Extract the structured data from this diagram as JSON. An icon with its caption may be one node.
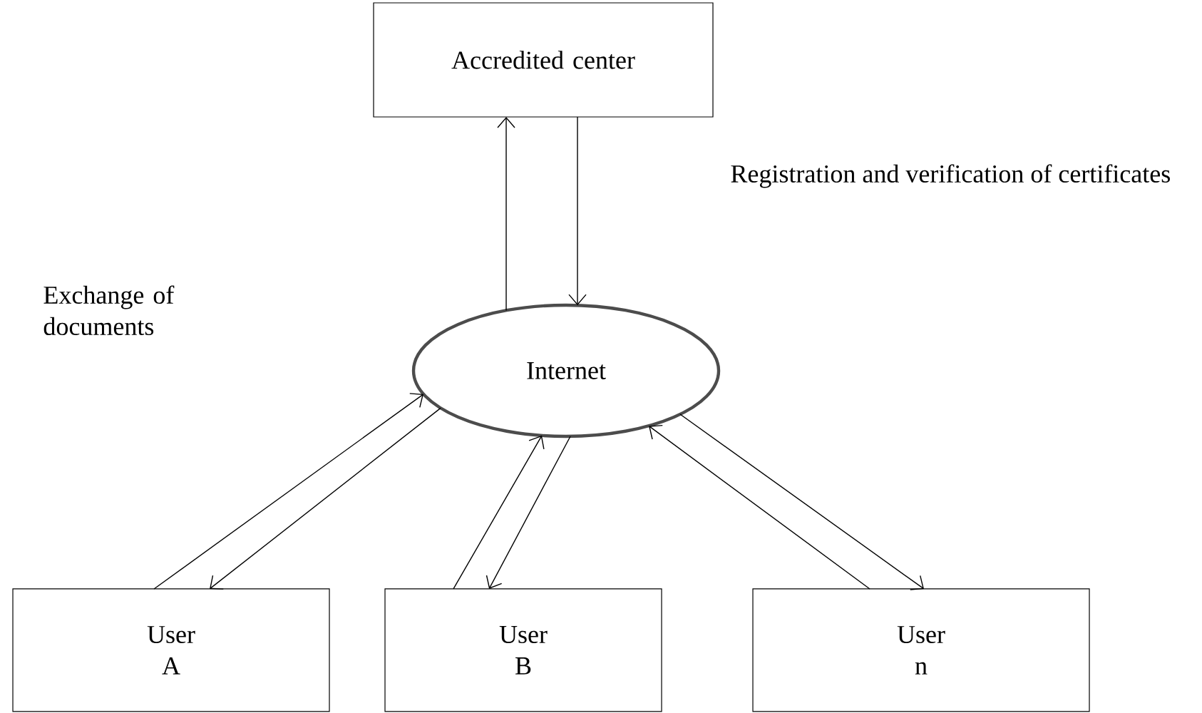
{
  "diagram": {
    "nodes": [
      {
        "text": [
          "Accredited center"
        ]
      },
      {
        "text": [
          "Internet"
        ]
      },
      {
        "text": [
          "User A"
        ]
      },
      {
        "text": [
          "User B"
        ]
      },
      {
        "text": [
          "User n"
        ]
      }
    ],
    "edges": [
      {
        "from": 1,
        "to": 0,
        "arrow": "to"
      },
      {
        "from": 0,
        "to": 1,
        "arrow": "to"
      },
      {
        "from": 2,
        "to": 1,
        "arrow": "to"
      },
      {
        "from": 1,
        "to": 2,
        "arrow": "to"
      },
      {
        "from": 3,
        "to": 1,
        "arrow": "to"
      },
      {
        "from": 1,
        "to": 3,
        "arrow": "to"
      },
      {
        "from": 4,
        "to": 1,
        "arrow": "to"
      },
      {
        "from": 1,
        "to": 4,
        "arrow": "to"
      }
    ],
    "labels": [
      "Registration and verification of certificates",
      "Exchange of documents"
    ]
  }
}
